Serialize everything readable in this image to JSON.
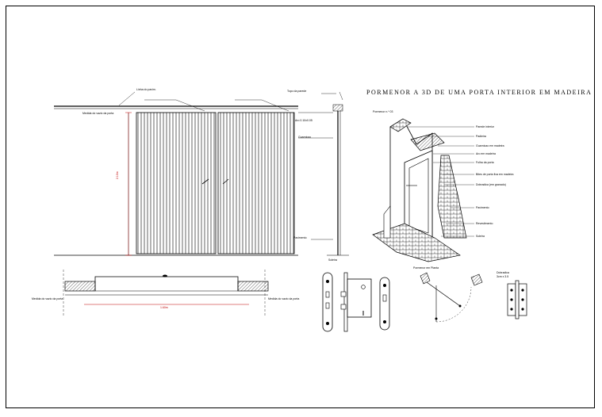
{
  "title": "PORMENOR A 3D DE UMA PORTA INTERIOR EM MADEIRA",
  "labels": {
    "elev_top": "Linha do pavim.",
    "elev_left": "Medida do vazio da porta",
    "elev_height": "2.10m",
    "sec_top": "Topo da parede",
    "sec_mid": "Aro 0.10x0.05",
    "sec_side": "Guarnicao",
    "sec_floor": "Pavimento",
    "sec_bottom": "Soleira",
    "plan_left": "Medida do vazio da porta",
    "plan_right": "Medida do vazio da porta",
    "plan_dim": "1.60m",
    "detail_ref": "Pormenor n.º 03",
    "call_1": "Parede interior",
    "call_2": "Padieira",
    "call_3": "Guarnicao em madeira",
    "call_4": "Aro em madeira",
    "call_5": "Folha da porta",
    "call_6": "Bites de porta fixa em madeira",
    "call_7": "Dobradica (em granado)",
    "call_8": "Pavimento",
    "call_9": "Revestimento",
    "call_10": "Soleira",
    "hinge_plan_label": "Pormenor em Planta",
    "hinge_label": "Dobradica",
    "hinge_size": "3cm x 3.5"
  }
}
